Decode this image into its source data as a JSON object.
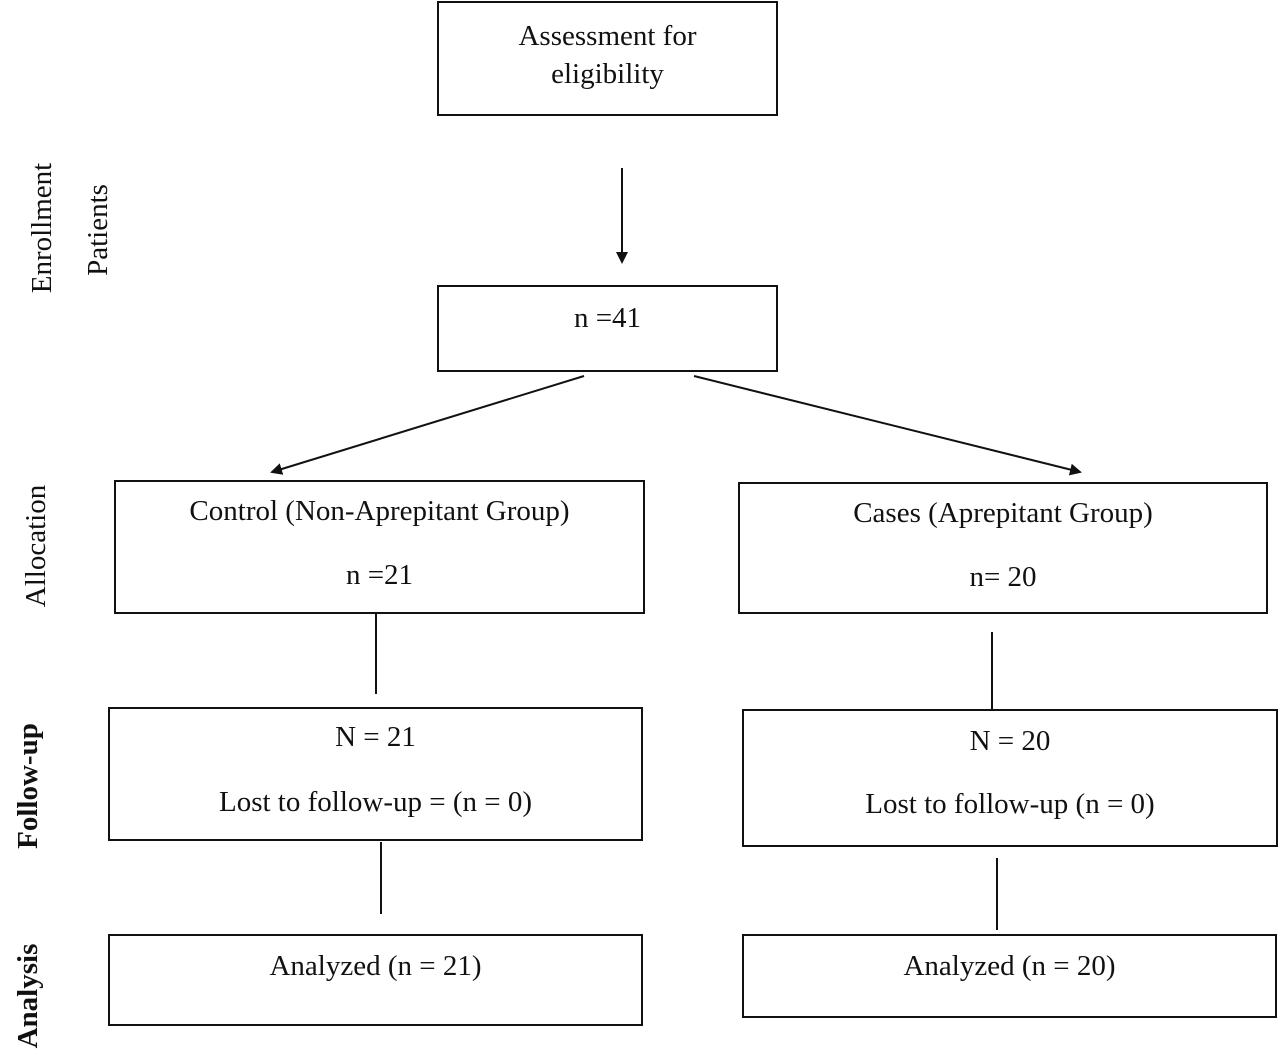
{
  "stages": {
    "enrollment": "Enrollment",
    "patients": "Patients",
    "allocation": "Allocation",
    "follow_up": "Follow-up",
    "analysis": "Analysis"
  },
  "boxes": {
    "assessment": {
      "line1": "Assessment for",
      "line2": "eligibility"
    },
    "total": {
      "count": "n =41"
    },
    "control": {
      "title": "Control (Non-Aprepitant Group)",
      "count": "n =21"
    },
    "cases": {
      "title": "Cases (Aprepitant Group)",
      "count": "n= 20"
    },
    "control_followup": {
      "count": "N = 21",
      "lost": "Lost to follow-up = (n = 0)"
    },
    "cases_followup": {
      "count": "N = 20",
      "lost": "Lost to follow-up (n = 0)"
    },
    "control_analysis": {
      "label": "Analyzed (n = 21)"
    },
    "cases_analysis": {
      "label": "Analyzed (n = 20)"
    }
  }
}
